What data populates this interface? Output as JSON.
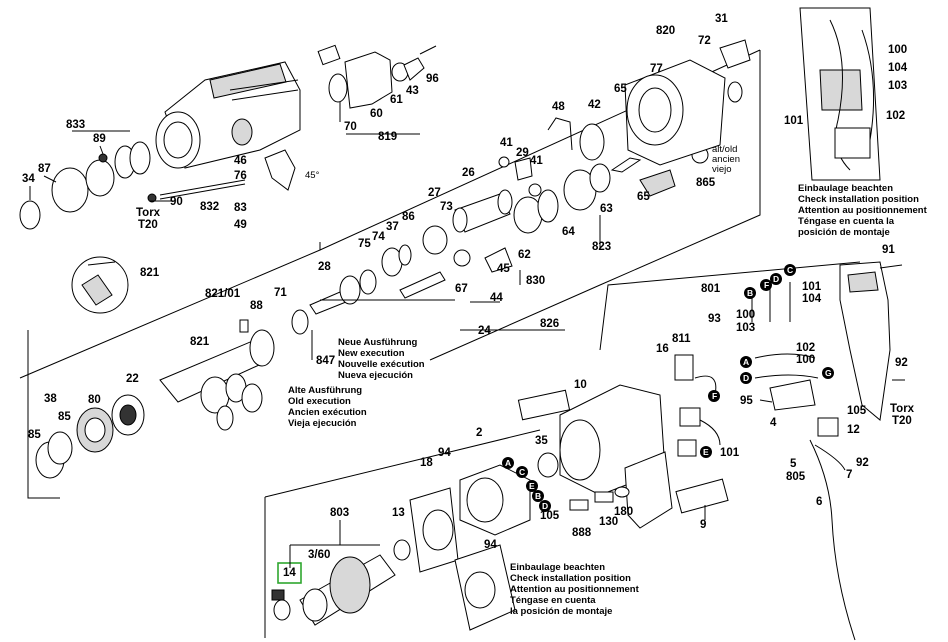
{
  "labels": {
    "p34": "34",
    "p87": "87",
    "p833": "833",
    "p89": "89",
    "p46": "46",
    "p76": "76",
    "p832": "832",
    "p83": "83",
    "p49": "49",
    "p45deg": "45°",
    "p90": "90",
    "p70": "70",
    "p60": "60",
    "p61": "61",
    "p43": "43",
    "p96": "96",
    "p819": "819",
    "p48": "48",
    "p42": "42",
    "p65a": "65",
    "p77": "77",
    "p820": "820",
    "p72": "72",
    "p31": "31",
    "p41a": "41",
    "p29": "29",
    "p41b": "41",
    "p865": "865",
    "p65b": "65",
    "p63": "63",
    "p64": "64",
    "p823": "823",
    "p27": "27",
    "p26": "26",
    "p73": "73",
    "p62": "62",
    "p830": "830",
    "p45": "45",
    "p44": "44",
    "p67": "67",
    "p24": "24",
    "p826": "826",
    "p86": "86",
    "p37": "37",
    "p74": "74",
    "p75": "75",
    "p28": "28",
    "p821a": "821",
    "p821_01": "821/01",
    "p88": "88",
    "p71": "71",
    "p847": "847",
    "p821b": "821",
    "p22": "22",
    "p38": "38",
    "p85a": "85",
    "p80": "80",
    "p85b": "85",
    "p100a": "100",
    "p104a": "104",
    "p103a": "103",
    "p101a": "101",
    "p102a": "102",
    "p801": "801",
    "p91": "91",
    "p101b": "101",
    "p104b": "104",
    "p100b": "100",
    "p103b": "103",
    "p811": "811",
    "p93": "93",
    "p16": "16",
    "p102b": "102",
    "p100c": "100",
    "p95": "95",
    "p4": "4",
    "p105a": "105",
    "p12": "12",
    "p92a": "92",
    "p92b": "92",
    "p7": "7",
    "p5_805": "5\n805",
    "p6": "6",
    "p101c": "101",
    "p10": "10",
    "p2": "2",
    "p35": "35",
    "p18": "18",
    "p94a": "94",
    "p94b": "94",
    "p105b": "105",
    "p888": "888",
    "p130": "130",
    "p180": "180",
    "p9": "9",
    "p803": "803",
    "p13": "13",
    "p3_60": "3/60",
    "p14": "14"
  },
  "torx_labels": {
    "torx1": "Torx",
    "t20a": "T20",
    "torx2": "Torx",
    "t20b": "T20"
  },
  "old_notes": {
    "alt": "alt/old",
    "ancien": "ancien",
    "viejo": "viejo"
  },
  "notes": {
    "install_top": [
      "Einbaulage beachten",
      "Check installation position",
      "Attention au positionnement",
      "Téngase en cuenta la",
      "posición de montaje"
    ],
    "install_bottom": [
      "Einbaulage beachten",
      "Check installation position",
      "Attention au positionnement",
      "Téngase en cuenta",
      "la posición de montaje"
    ],
    "new_exec": [
      "Neue Ausführung",
      "New execution",
      "Nouvelle exécution",
      "Nueva ejecución"
    ],
    "old_exec": [
      "Alte Ausführung",
      "Old execution",
      "Ancien exécution",
      "Vieja ejecución"
    ]
  },
  "callouts": {
    "A": "A",
    "B": "B",
    "C": "C",
    "D": "D",
    "E": "E",
    "F": "F",
    "G": "G"
  },
  "highlight": {
    "label": "14",
    "color": "#2fa72f"
  }
}
